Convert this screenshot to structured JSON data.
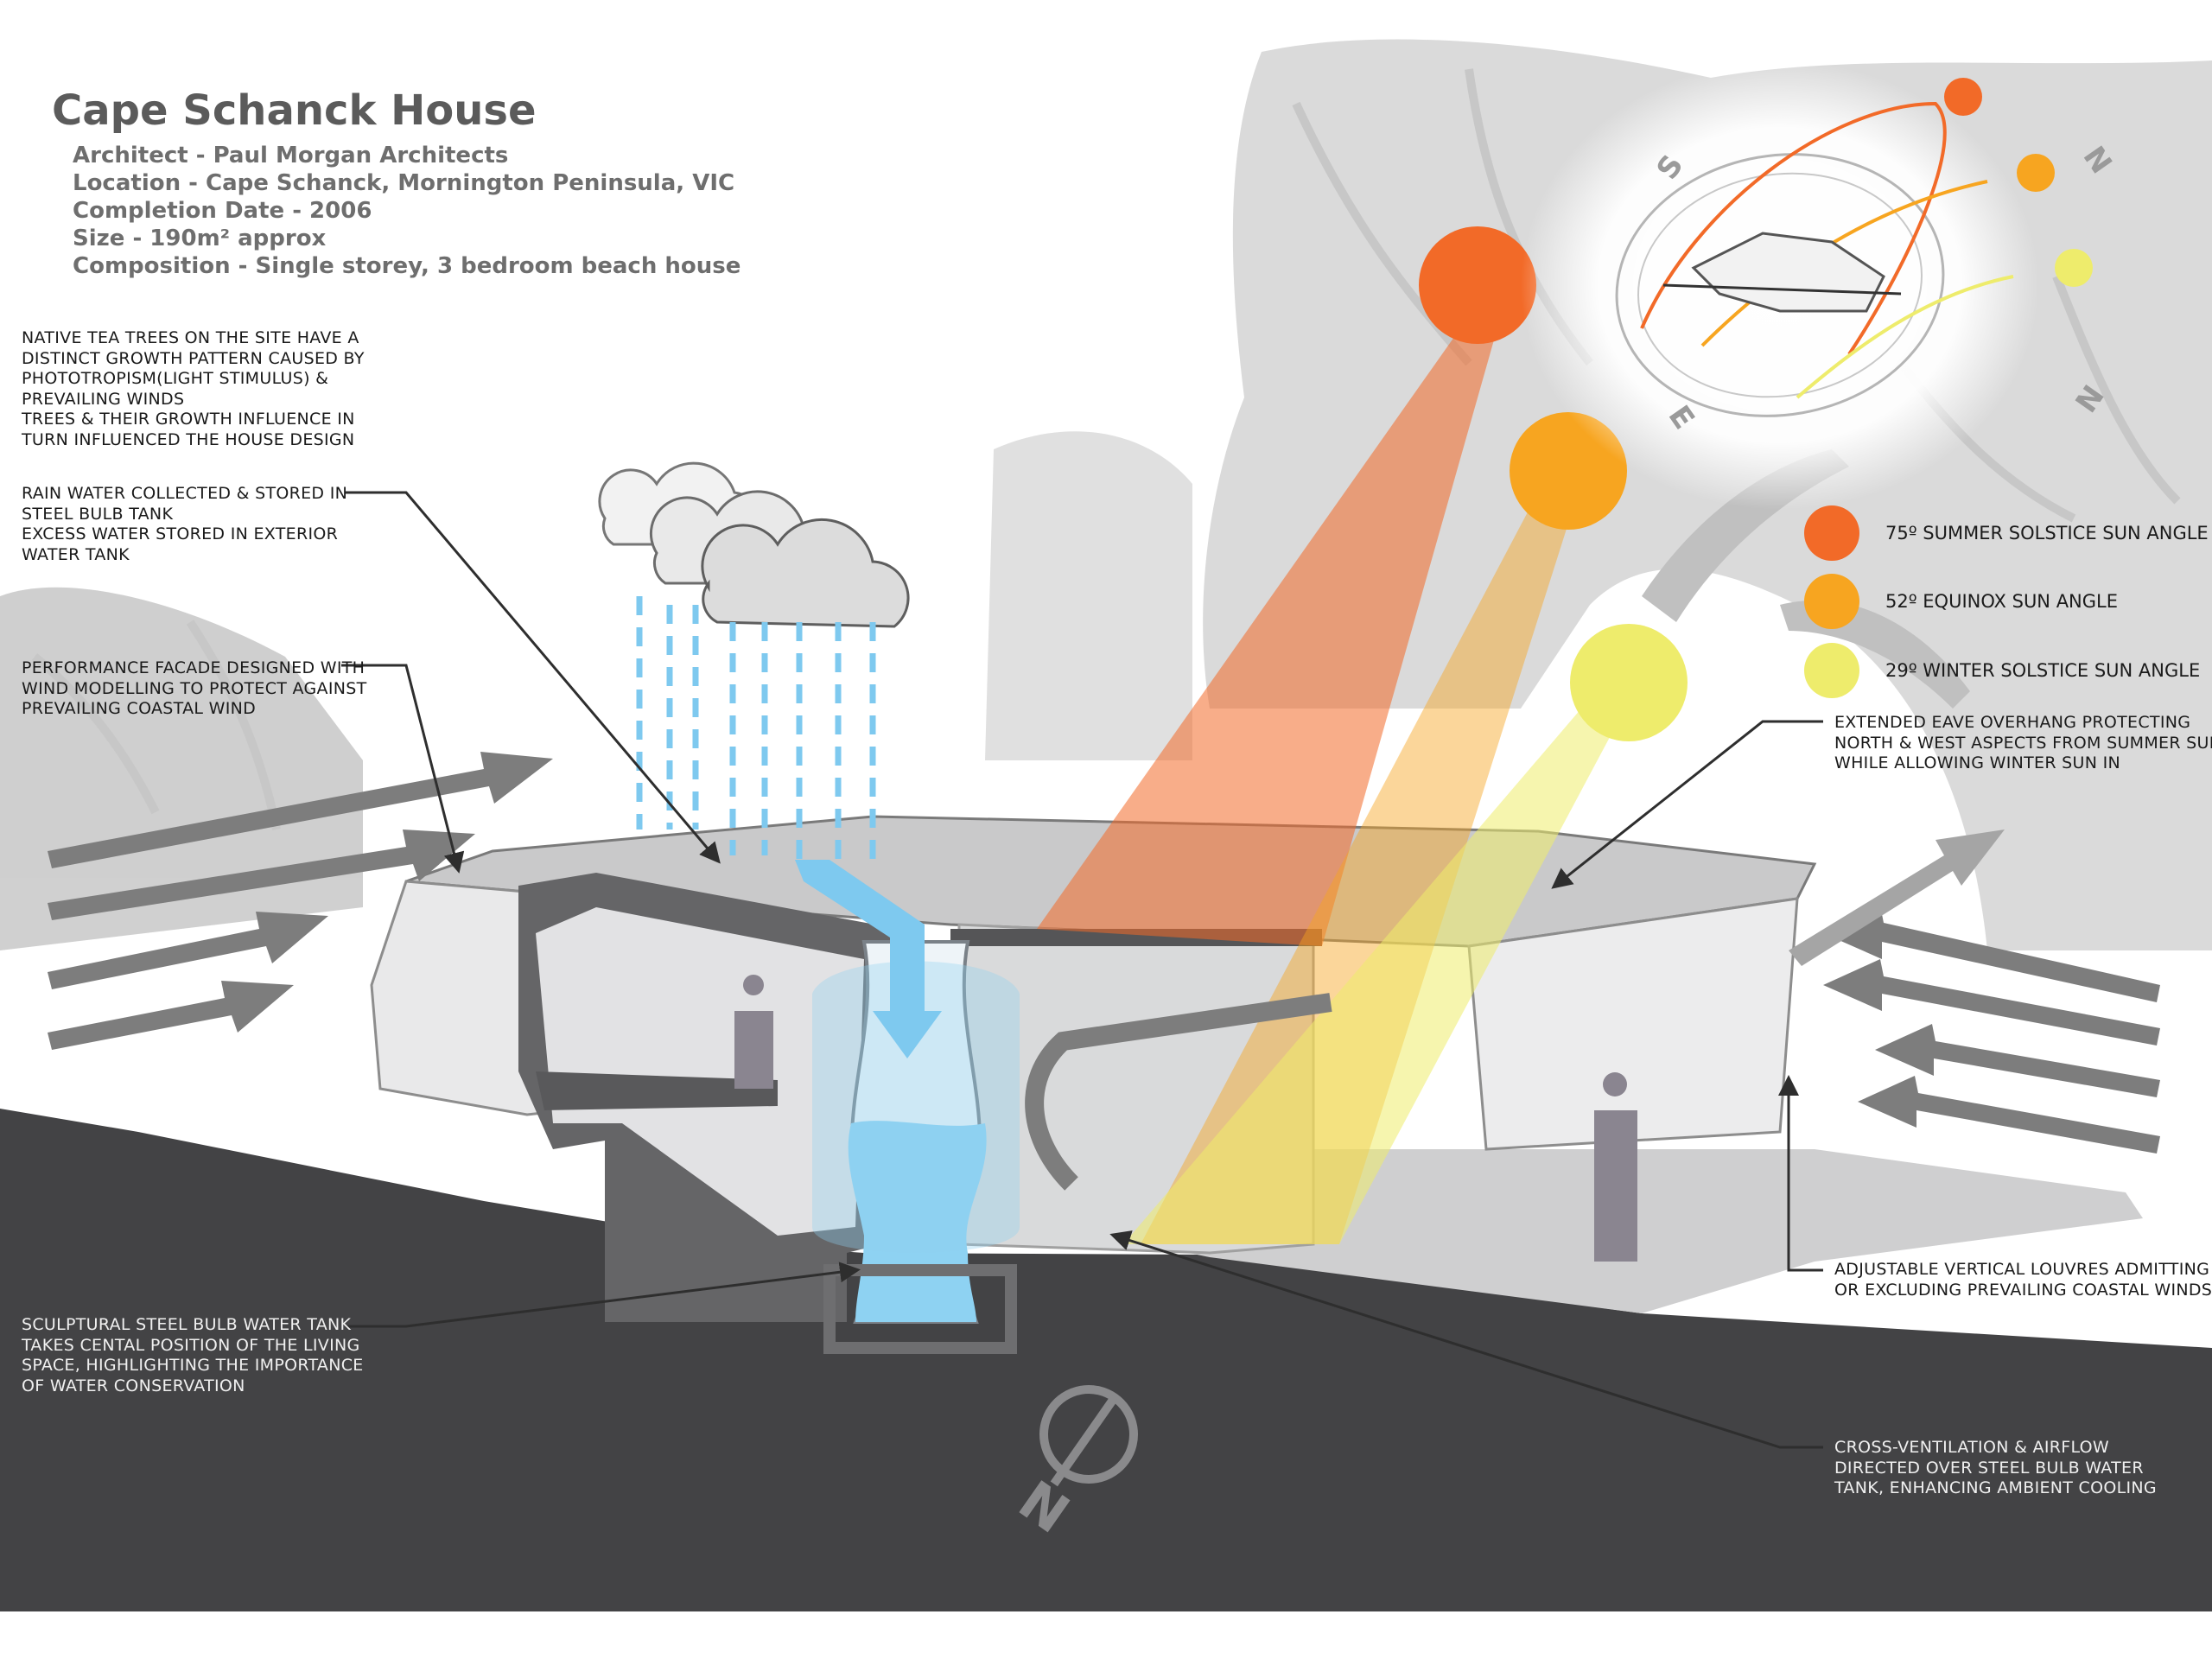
{
  "header": {
    "title": "Cape Schanck House",
    "meta": [
      "Architect - Paul Morgan Architects",
      "Location - Cape Schanck, Mornington Peninsula, VIC",
      "Completion Date - 2006",
      "Size - 190m² approx",
      "Composition - Single storey, 3 bedroom beach house"
    ]
  },
  "annotations": {
    "tea_trees": [
      "NATIVE TEA TREES ON THE SITE HAVE A",
      "DISTINCT GROWTH PATTERN CAUSED BY",
      "PHOTOTROPISM(LIGHT STIMULUS) &",
      "PREVAILING WINDS",
      "TREES & THEIR GROWTH INFLUENCE IN",
      "TURN INFLUENCED THE HOUSE DESIGN"
    ],
    "rain_water": [
      "RAIN WATER COLLECTED & STORED IN",
      "STEEL BULB TANK",
      "EXCESS WATER STORED IN EXTERIOR",
      "WATER TANK"
    ],
    "facade": [
      "PERFORMANCE FACADE DESIGNED WITH",
      "WIND MODELLING TO PROTECT AGAINST",
      "PREVAILING COASTAL WIND"
    ],
    "eave": [
      "EXTENDED EAVE OVERHANG PROTECTING",
      "NORTH & WEST ASPECTS FROM SUMMER SUN",
      "WHILE ALLOWING WINTER SUN IN"
    ],
    "louvres": [
      "ADJUSTABLE VERTICAL LOUVRES ADMITTING",
      "OR EXCLUDING PREVAILING COASTAL WINDS"
    ],
    "water_tank": [
      "SCULPTURAL STEEL BULB WATER TANK",
      "TAKES CENTAL POSITION OF THE LIVING",
      "SPACE, HIGHLIGHTING THE IMPORTANCE",
      "OF WATER CONSERVATION"
    ],
    "ventilation": [
      "CROSS-VENTILATION & AIRFLOW",
      "DIRECTED OVER STEEL BULB WATER",
      "TANK, ENHANCING AMBIENT COOLING"
    ]
  },
  "legend": [
    {
      "label": "75º SUMMER SOLSTICE SUN ANGLE",
      "color": "#f26a28"
    },
    {
      "label": "52º EQUINOX SUN ANGLE",
      "color": "#f7a520"
    },
    {
      "label": "29º WINTER SOLSTICE SUN ANGLE",
      "color": "#eeec6c"
    }
  ],
  "compass": {
    "letters": [
      "S",
      "N",
      "E",
      "N"
    ],
    "north_letter": "N"
  },
  "colors": {
    "summer_sun": "#f26a28",
    "equinox_sun": "#f7a520",
    "winter_sun": "#eeec6c",
    "rain": "#7ec9ef",
    "ground": "#434345",
    "arrow": "#7d7d7d",
    "text_dark": "#1a1a1a",
    "text_title": "#5b5b5b"
  }
}
